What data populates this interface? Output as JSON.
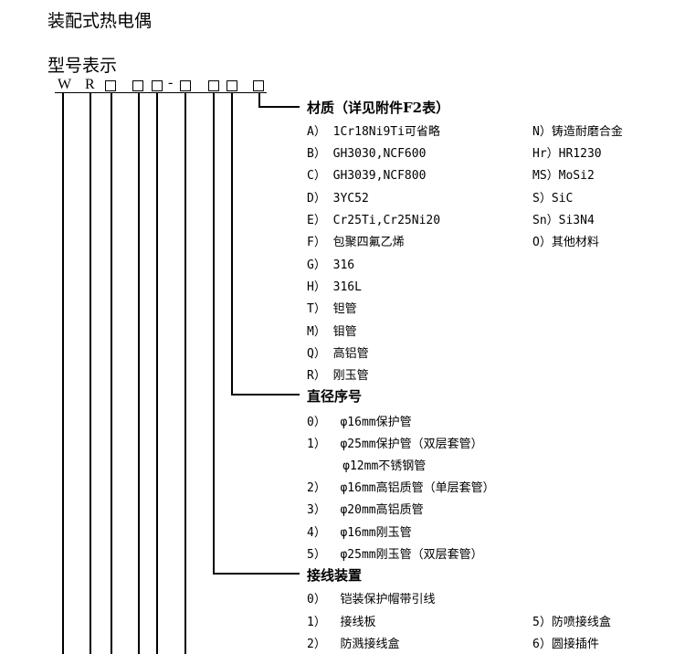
{
  "title": "装配式热电偶",
  "model_heading": "型号表示",
  "code": {
    "w": "W",
    "r": "R",
    "dash": "-"
  },
  "sections": {
    "material": {
      "heading": "材质（详见附件F2表）",
      "left": [
        "A） 1Cr18Ni9Ti可省略",
        "B） GH3030,NCF600",
        "C） GH3039,NCF800",
        "D） 3YC52",
        "E） Cr25Ti,Cr25Ni20",
        "F） 包聚四氟乙烯",
        "G） 316",
        "H） 316L",
        "T） 钽管",
        "M） 钼管",
        "Q） 高铝管",
        "R） 刚玉管"
      ],
      "right": [
        "N）铸造耐磨合金",
        "Hr）HR1230",
        "MS）MoSi2",
        "S）SiC",
        "Sn）Si3N4",
        "O）其他材料"
      ]
    },
    "diameter": {
      "heading": "直径序号",
      "items": [
        "0）  φ16mm保护管",
        "1）  φ25mm保护管（双层套管）",
        "     φ12mm不锈钢管",
        "2）  φ16mm高铝质管（单层套管）",
        "3）  φ20mm高铝质管",
        "4）  φ16mm刚玉管",
        "5）  φ25mm刚玉管（双层套管）"
      ]
    },
    "junction": {
      "heading": "接线装置",
      "left": [
        "0）  铠装保护帽带引线",
        "1）  接线板",
        "2）  防溅接线盒"
      ],
      "right": [
        "5）防喷接线盒",
        "6）圆接插件"
      ]
    }
  }
}
